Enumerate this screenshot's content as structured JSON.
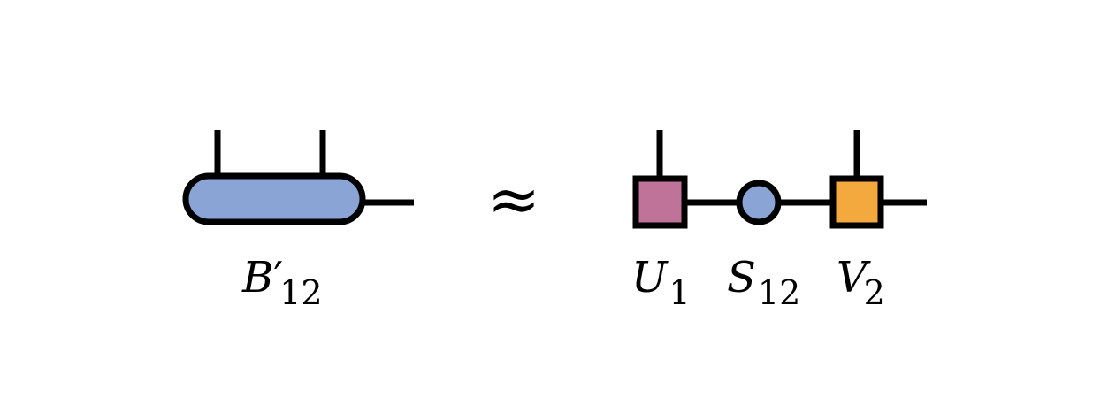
{
  "lhs": {
    "tensor": {
      "symbol": "B",
      "prime": "′",
      "subscript": "12",
      "color": "#8aa4d6"
    }
  },
  "relation": {
    "symbol": "≈"
  },
  "rhs": {
    "u": {
      "symbol": "U",
      "subscript": "1",
      "color": "#c07399"
    },
    "s": {
      "symbol": "S",
      "subscript": "12",
      "color": "#8aa4d6"
    },
    "v": {
      "symbol": "V",
      "subscript": "2",
      "color": "#f4a93f"
    }
  },
  "colors": {
    "stroke": "#000000",
    "background": "#ffffff"
  }
}
